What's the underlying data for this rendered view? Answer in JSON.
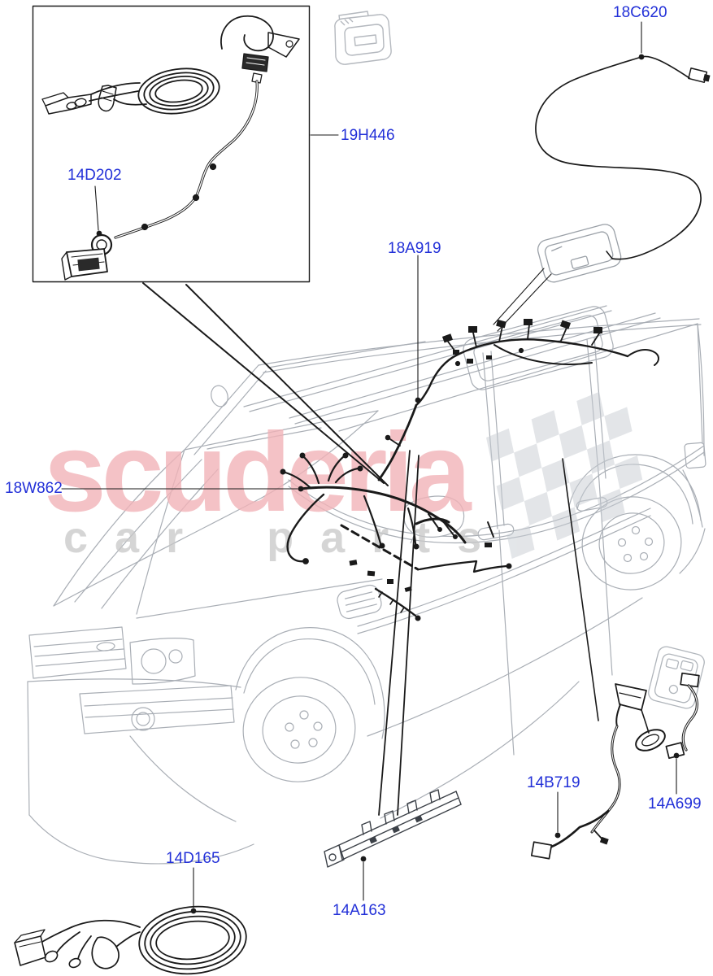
{
  "watermark": {
    "brand_text": "scuderia",
    "tagline_text": "car parts",
    "brand_color": "#f2b3b8",
    "tagline_color": "#c8c8c8"
  },
  "style": {
    "callout_color": "#2230d8",
    "diagram_ink_color": "#1a1a1a",
    "vehicle_line_color": "#a9aeb5",
    "background": "#ffffff"
  },
  "callouts": {
    "inset_harness": "19H446",
    "inset_connector": "14D202",
    "antenna_cable": "18C620",
    "roof_harness": "18A919",
    "main_body_harness": "18W862",
    "door_harness": "14B719",
    "console_harness": "14A699",
    "sill_bracket": "14A163",
    "cable_assembly": "14D165"
  },
  "illustrations": {
    "vehicle": "suv-three-quarter-line-drawing",
    "inset": "wiring-harness-with-coiled-cable-and-ring-connector",
    "top_center_icon": "socket-module-icon",
    "top_right": "antenna-cable-with-interior-lamp",
    "bottom_right": "door-wiring-harness-and-overhead-console",
    "bottom_left": "coiled-cable-assembly",
    "bottom_center": "sill-mounting-bracket",
    "watermark_flag": "checkered-flag"
  }
}
